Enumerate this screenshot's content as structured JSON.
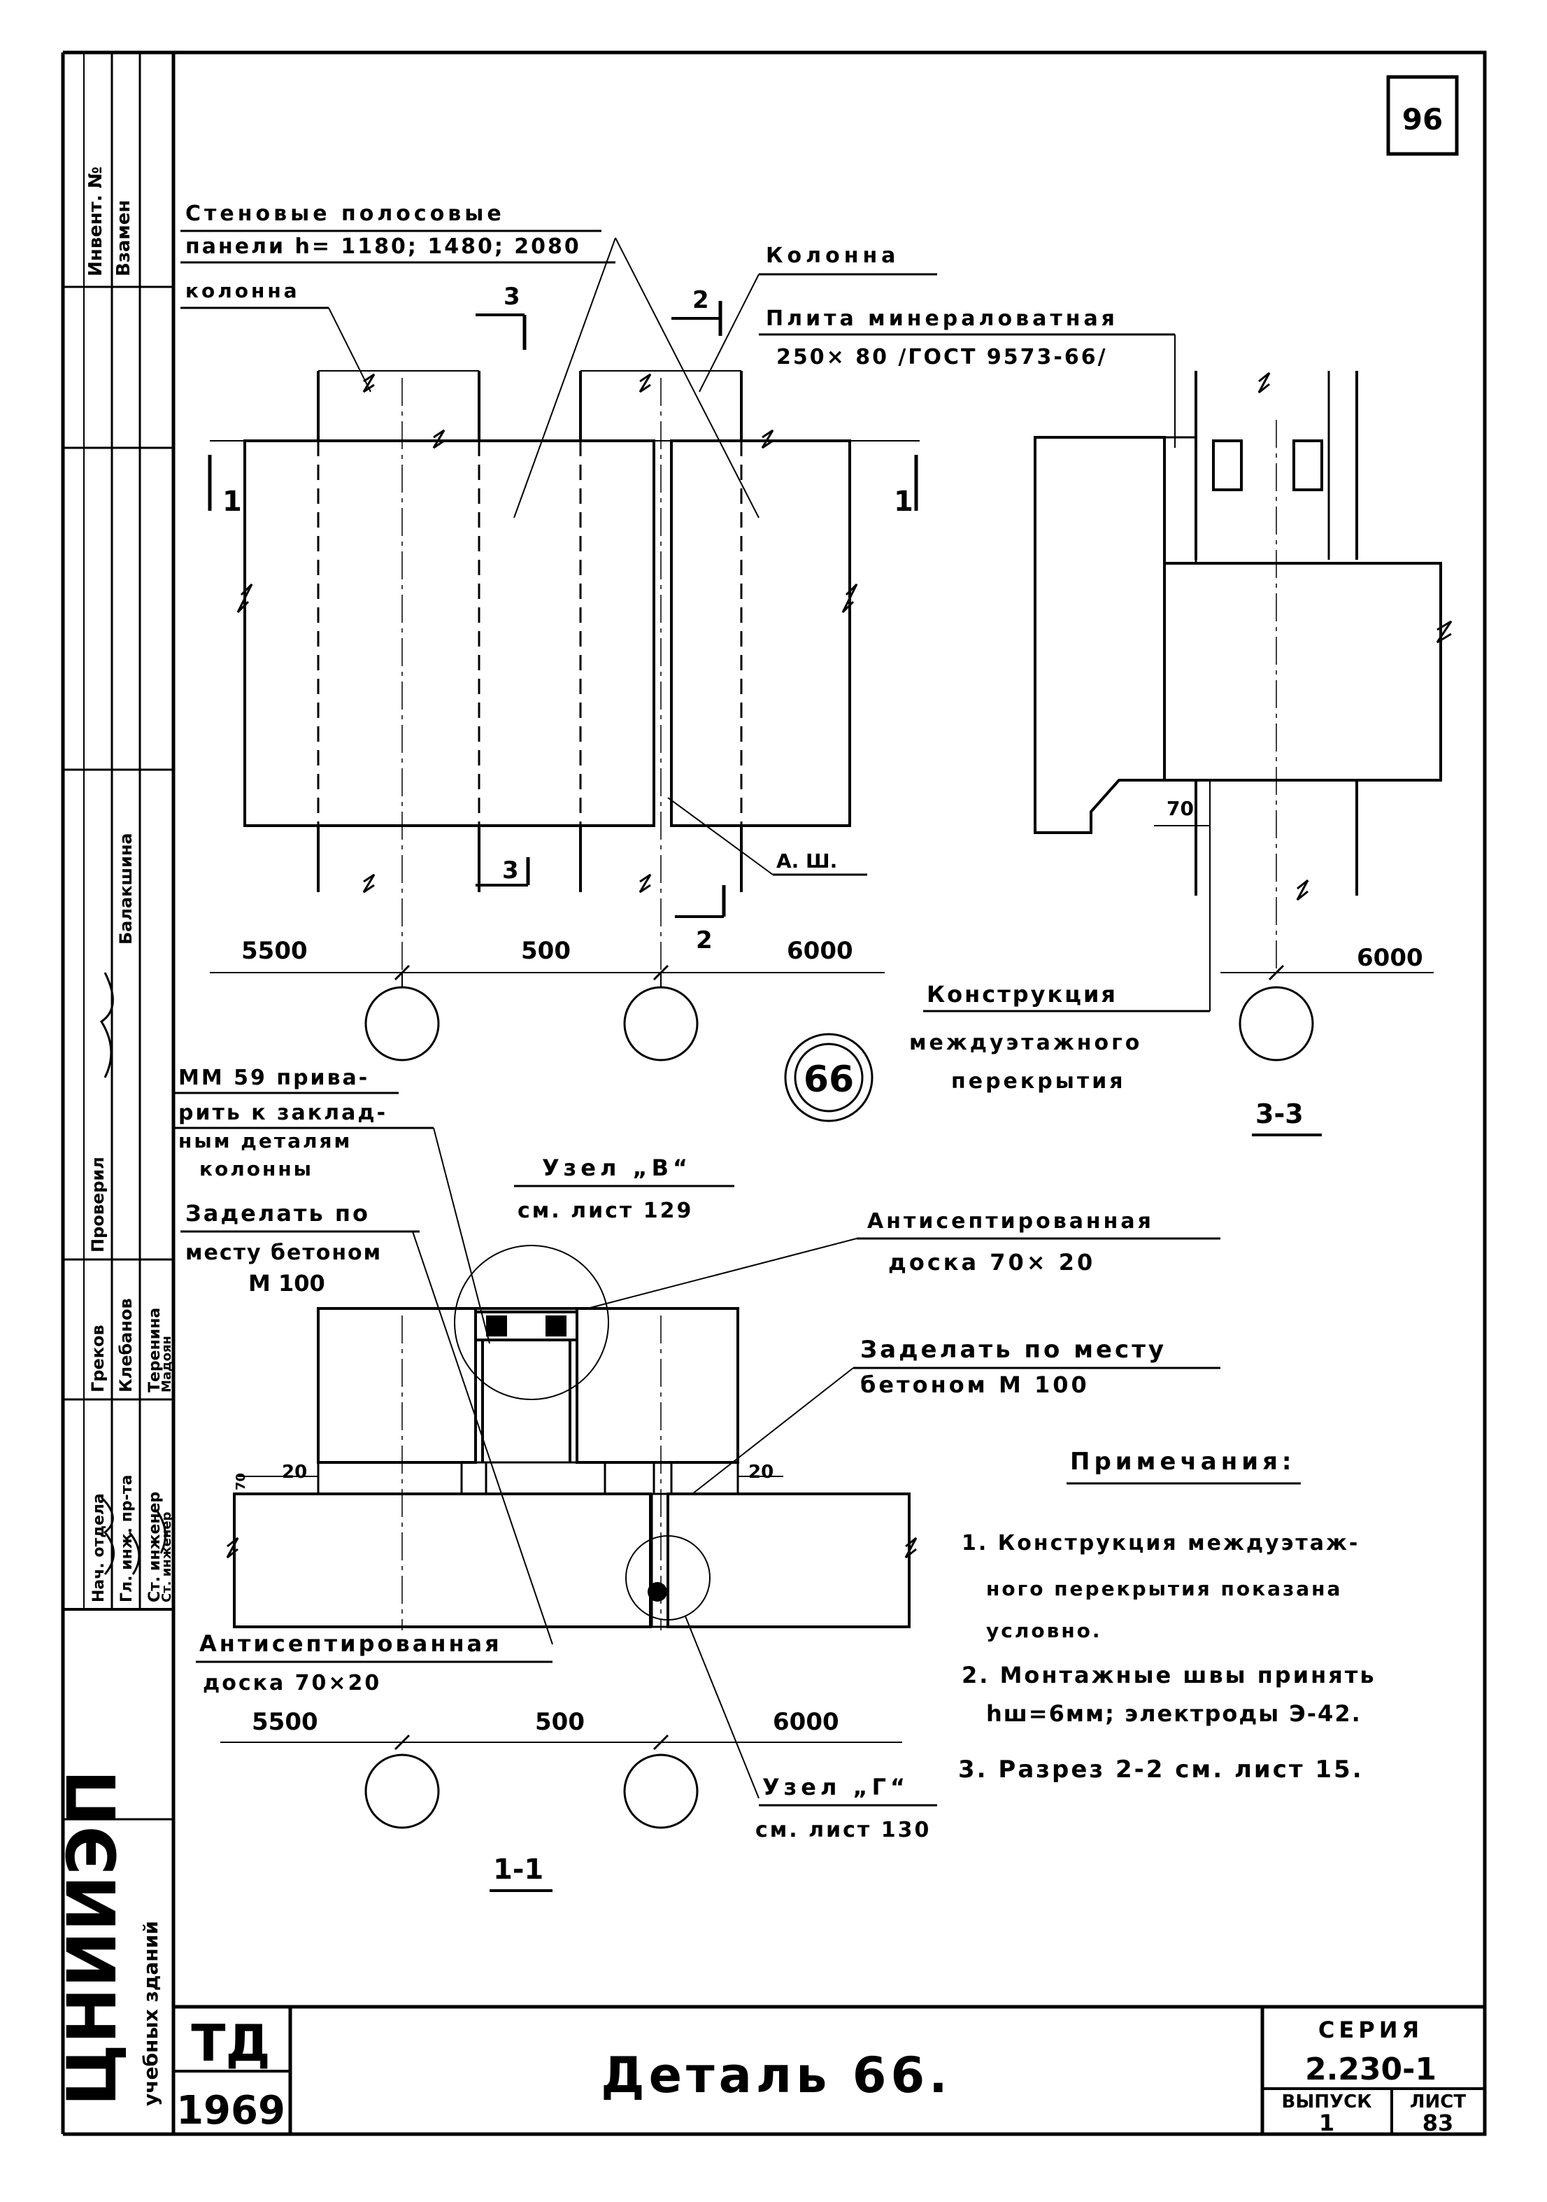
{
  "sheet": {
    "page_no": "96",
    "title": "Деталь 66.",
    "series_label": "СЕРИЯ",
    "series_value": "2.230-1",
    "issue_label": "ВЫПУСК",
    "issue_value": "1",
    "sheet_label": "ЛИСТ",
    "sheet_value": "83",
    "td": "ТД",
    "year": "1969",
    "org": "ЦНИИЭП",
    "org_sub": "учебных зданий",
    "detail_mark": "66"
  },
  "side_stamp": {
    "cells": [
      "Инвент. №",
      "Взамен"
    ],
    "roles": [
      "Нач. отдела",
      "Гл. инж. пр-та",
      "Ст. инженер",
      "Ст. инженер"
    ],
    "names": [
      "Греков",
      "Клебанов",
      "Теренина",
      "Мадоян"
    ],
    "checked_label": "Проверил",
    "checked_name": "Балакшина"
  },
  "top_elevation": {
    "label_panels": "Стеновые полосовые",
    "label_panels_2": "панели h= 1180; 1480; 2080",
    "label_column_left": "колонна",
    "label_column_right": "Колонна",
    "cut3": "3",
    "cut2": "2",
    "cut1": "1",
    "dims": [
      "5500",
      "500",
      "6000"
    ],
    "aw": "А. Ш."
  },
  "section_33": {
    "label_mineral": "Плита минераловатная",
    "label_mineral_2": "250× 80 /ГОСТ 9573-66/",
    "dim70": "70",
    "dim6000": "6000",
    "label_floor": "Конструкция",
    "label_floor_2": "междуэтажного",
    "label_floor_3": "перекрытия",
    "caption": "3-3"
  },
  "section_11": {
    "note_mm59_1": "ММ 59 прива-",
    "note_mm59_2": "рить к заклад-",
    "note_mm59_3": "ным деталям",
    "note_mm59_4": "колонны",
    "note_seal_1": "Заделать по",
    "note_seal_2": "месту бетоном",
    "note_seal_3": "М 100",
    "uzel_b": "Узел „В“",
    "uzel_b_ref": "см. лист 129",
    "board_1": "Антисептированная",
    "board_2": "доска 70× 20",
    "seal2_1": "Заделать по месту",
    "seal2_2": "бетоном М 100",
    "d20a": "20",
    "d20b": "20",
    "d70": "70",
    "board_b1": "Антисептированная",
    "board_b2": "доска 70×20",
    "dims": [
      "5500",
      "500",
      "6000"
    ],
    "uzel_g": "Узел „Г“",
    "uzel_g_ref": "см. лист 130",
    "caption": "1-1"
  },
  "notes": {
    "heading": "Примечания:",
    "n1_1": "1. Конструкция междуэтаж-",
    "n1_2": "ного перекрытия показана",
    "n1_3": "условно.",
    "n2_1": "2. Монтажные швы принять",
    "n2_2": "hш=6мм; электроды Э-42.",
    "n3": "3. Разрез 2-2 см. лист 15."
  }
}
